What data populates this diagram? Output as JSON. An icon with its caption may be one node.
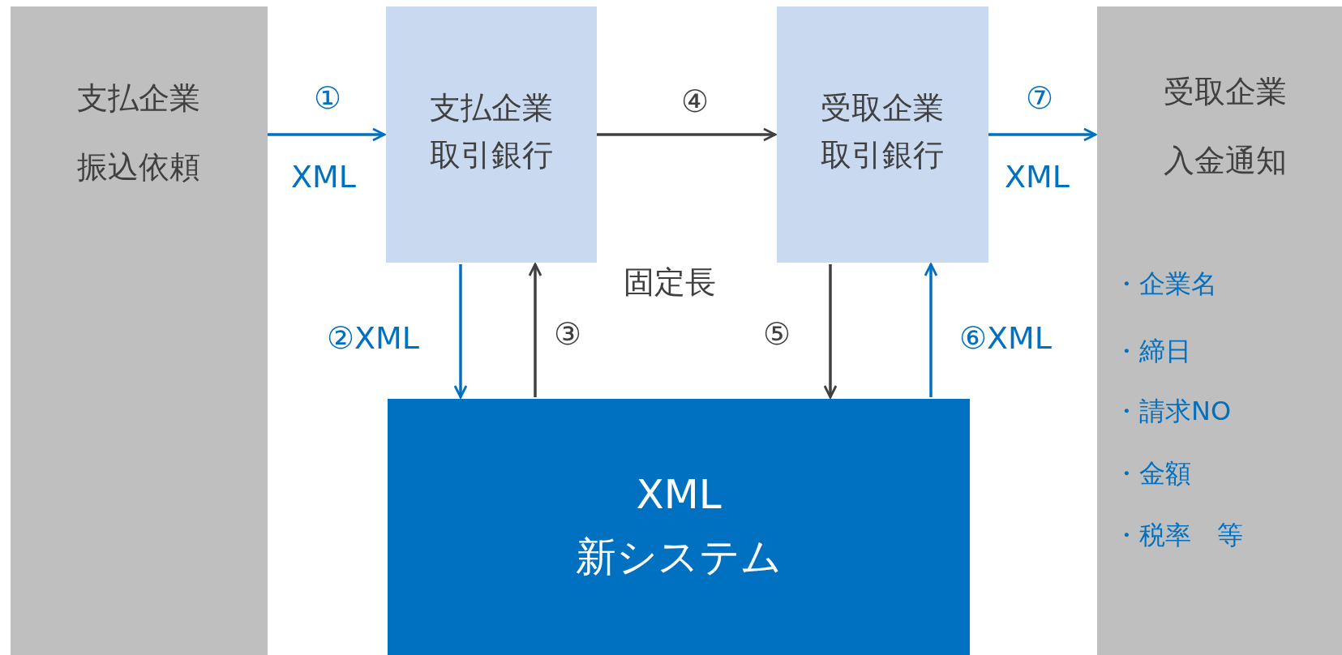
{
  "diagram": {
    "nodes": [
      {
        "text": [
          "支払企業",
          "振込依頼"
        ]
      },
      {
        "text": [
          "支払企業",
          "取引銀行"
        ]
      },
      {
        "text": [
          "受取企業",
          "取引銀行"
        ]
      },
      {
        "text": [
          "受取企業",
          "入金通知",
          "・企業名",
          "・締日",
          "・請求NO",
          "・金額",
          "・税率　等"
        ]
      },
      {
        "text": [
          "XML",
          "新システム"
        ]
      }
    ],
    "edges": [
      {
        "from": 0,
        "to": 1,
        "arrow": "to",
        "label": "①"
      },
      {
        "from": 1,
        "to": 2,
        "arrow": "to",
        "label": "④",
        "color": "#404040"
      },
      {
        "from": 2,
        "to": 3,
        "arrow": "to",
        "label": "⑦"
      },
      {
        "from": 1,
        "to": 4,
        "arrow": "to",
        "label": "②XML"
      },
      {
        "from": 4,
        "to": 1,
        "arrow": "to",
        "label": "③",
        "color": "#404040"
      },
      {
        "from": 2,
        "to": 4,
        "arrow": "to",
        "label": "⑤",
        "color": "#404040"
      },
      {
        "from": 4,
        "to": 2,
        "arrow": "to",
        "label": "⑥XML"
      }
    ],
    "labels": [
      "XML",
      "XML",
      "固定長"
    ]
  }
}
